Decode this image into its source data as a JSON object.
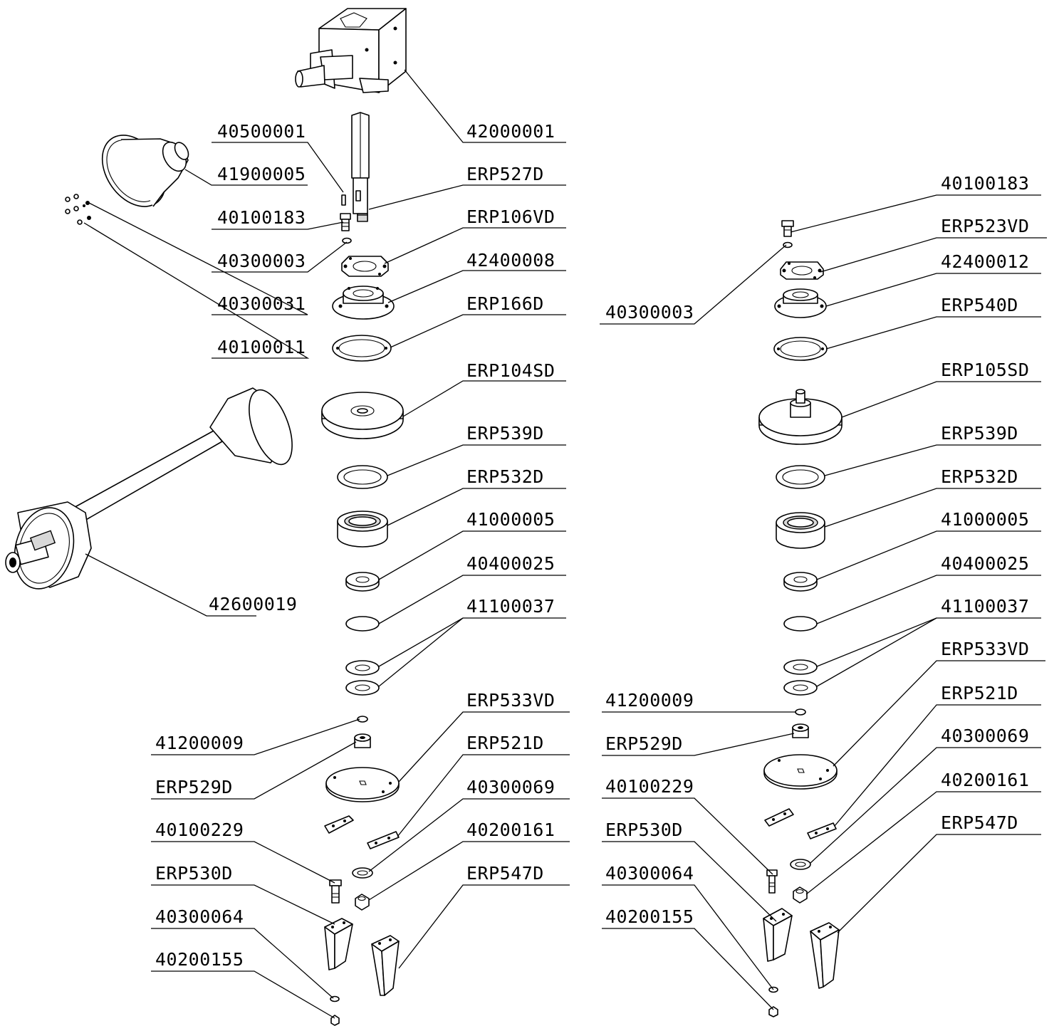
{
  "diagram": {
    "left_assembly": {
      "gearbox": "42000001",
      "shaft": "ERP527D",
      "key": "40500001",
      "cover": "41900005",
      "cover_screw": "40100183",
      "washer_a": "40300003",
      "washer_b": "40300031",
      "screw_b": "40100011",
      "flange_plate": "ERP106VD",
      "bearing_housing": "42400008",
      "gasket": "ERP166D",
      "gear": "ERP104SD",
      "seal": "ERP539D",
      "bearing": "ERP532D",
      "spacer": "41000005",
      "circlip": "40400025",
      "shims": "41100037",
      "pto_shaft": "42600019",
      "snap_ring": "41200009",
      "bushing": "ERP529D",
      "disc": "ERP533VD",
      "blade_holder": "ERP521D",
      "bolt": "40100229",
      "blade_washer": "40300069",
      "blade_nut": "40200161",
      "tine_left": "ERP530D",
      "tine_right": "ERP547D",
      "tine_washer": "40300064",
      "tine_nut": "40200155"
    },
    "right_assembly": {
      "cover_screw": "40100183",
      "flange_plate": "ERP523VD",
      "washer_a": "40300003",
      "bearing_housing": "42400012",
      "gasket": "ERP540D",
      "gear": "ERP105SD",
      "seal": "ERP539D",
      "bearing": "ERP532D",
      "spacer": "41000005",
      "circlip": "40400025",
      "shims": "41100037",
      "disc": "ERP533VD",
      "snap_ring": "41200009",
      "blade_holder": "ERP521D",
      "bushing": "ERP529D",
      "blade_washer": "40300069",
      "bolt": "40100229",
      "blade_nut": "40200161",
      "tine_left": "ERP530D",
      "tine_right": "ERP547D",
      "tine_washer": "40300064",
      "tine_nut": "40200155"
    }
  }
}
